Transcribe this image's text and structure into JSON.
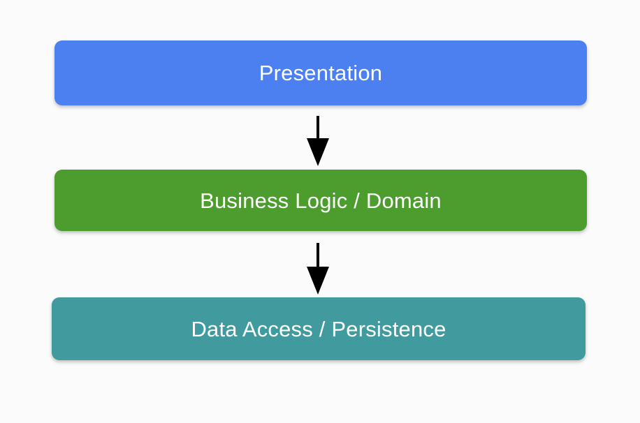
{
  "diagram": {
    "type": "layered-architecture-flow",
    "orientation": "vertical-top-down",
    "background_color": "#fbfbfb",
    "title": "",
    "layers": [
      {
        "id": "presentation",
        "label": "Presentation",
        "fill_color": "#4c80f1",
        "text_color": "#ffffff",
        "order": 1
      },
      {
        "id": "business-logic",
        "label": "Business Logic / Domain",
        "fill_color": "#4c9c2e",
        "text_color": "#ffffff",
        "order": 2
      },
      {
        "id": "data-access",
        "label": "Data Access / Persistence",
        "fill_color": "#409a9e",
        "text_color": "#ffffff",
        "order": 3
      }
    ],
    "connectors": [
      {
        "id": "arrow-presentation-to-business-logic",
        "from": "presentation",
        "to": "business-logic",
        "style": "solid-arrow",
        "color": "#000000",
        "label": ""
      },
      {
        "id": "arrow-business-logic-to-data-access",
        "from": "business-logic",
        "to": "data-access",
        "style": "solid-arrow",
        "color": "#000000",
        "label": ""
      }
    ]
  }
}
